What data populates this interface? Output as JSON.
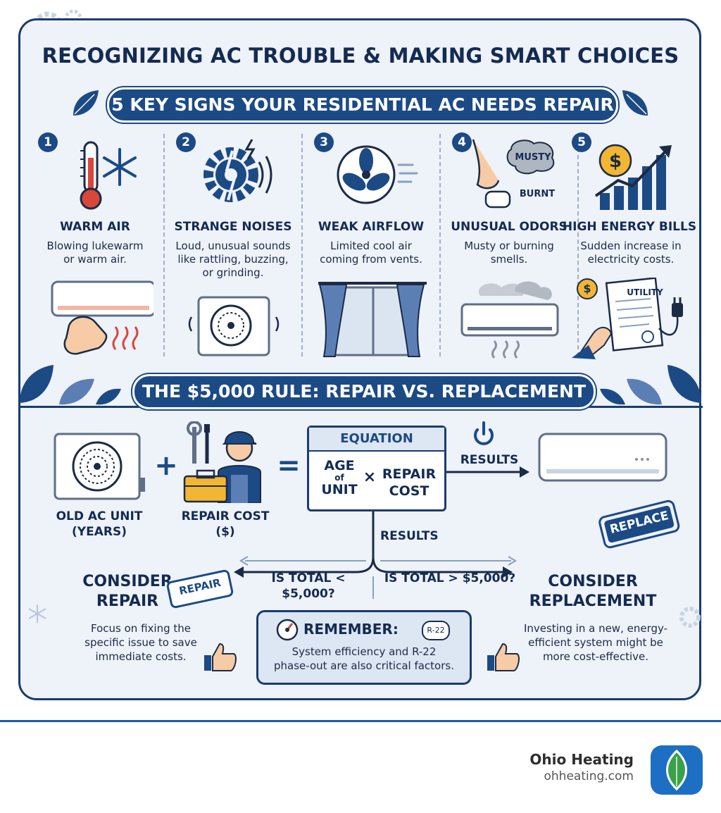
{
  "title": "RECOGNIZING AC TROUBLE & MAKING SMART CHOICES",
  "signs_section": {
    "heading": "5 KEY SIGNS YOUR RESIDENTIAL AC NEEDS REPAIR",
    "signs": [
      {
        "number": "1",
        "title": "WARM AIR",
        "desc_lines": [
          "Blowing lukewarm",
          "or warm air."
        ]
      },
      {
        "number": "2",
        "title": "STRANGE NOISES",
        "desc_lines": [
          "Loud, unusual sounds",
          "like rattling, buzzing,",
          "or grinding."
        ]
      },
      {
        "number": "3",
        "title": "WEAK AIRFLOW",
        "desc_lines": [
          "Limited cool air",
          "coming from vents."
        ]
      },
      {
        "number": "4",
        "title": "UNUSUAL ODORS",
        "desc_lines": [
          "Musty or burning",
          "smells."
        ],
        "bubble_1": "MUSTY",
        "bubble_2": "BURNT"
      },
      {
        "number": "5",
        "title": "HIGH ENERGY BILLS",
        "desc_lines": [
          "Sudden increase in",
          "electricity costs."
        ],
        "bill_label": "UTILITY",
        "coin": "$"
      }
    ]
  },
  "rule_section": {
    "heading": "THE $5,000 RULE: REPAIR VS. REPLACEMENT",
    "old_unit_label": [
      "OLD AC UNIT",
      "(YEARS)"
    ],
    "repair_cost_label": [
      "REPAIR COST",
      "($)"
    ],
    "plus": "+",
    "equals": "=",
    "equation": {
      "header": "EQUATION",
      "age": [
        "AGE",
        "of",
        "UNIT"
      ],
      "times": "×",
      "repair": [
        "REPAIR",
        "COST"
      ]
    },
    "results_right": "RESULTS",
    "results_down": "RESULTS",
    "replace_stamp": "REPLACE",
    "repair_stamp": "REPAIR",
    "less_question": "IS TOTAL < $5,000?",
    "greater_question": "IS TOTAL > $5,000?",
    "consider_repair": [
      "CONSIDER",
      "REPAIR"
    ],
    "consider_replacement": [
      "CONSIDER",
      "REPLACEMENT"
    ],
    "repair_desc": [
      "Focus on fixing the",
      "specific issue to save",
      "immediate costs."
    ],
    "replacement_desc": [
      "Investing in a new, energy-",
      "efficient system might be",
      "more cost-effective."
    ],
    "remember": {
      "title": "REMEMBER:",
      "badge": "R-22",
      "lines": [
        "System efficiency and R-22",
        "phase-out are also critical factors."
      ]
    }
  },
  "footer": {
    "brand": "Ohio Heating",
    "url": "ohheating.com"
  },
  "colors": {
    "navy": "#1a3c6e",
    "accent_blue": "#1c4a85",
    "panel": "#eef2f9",
    "warm_red": "#d9463a",
    "gold": "#f2b632",
    "logo_green": "#3aa14a"
  }
}
